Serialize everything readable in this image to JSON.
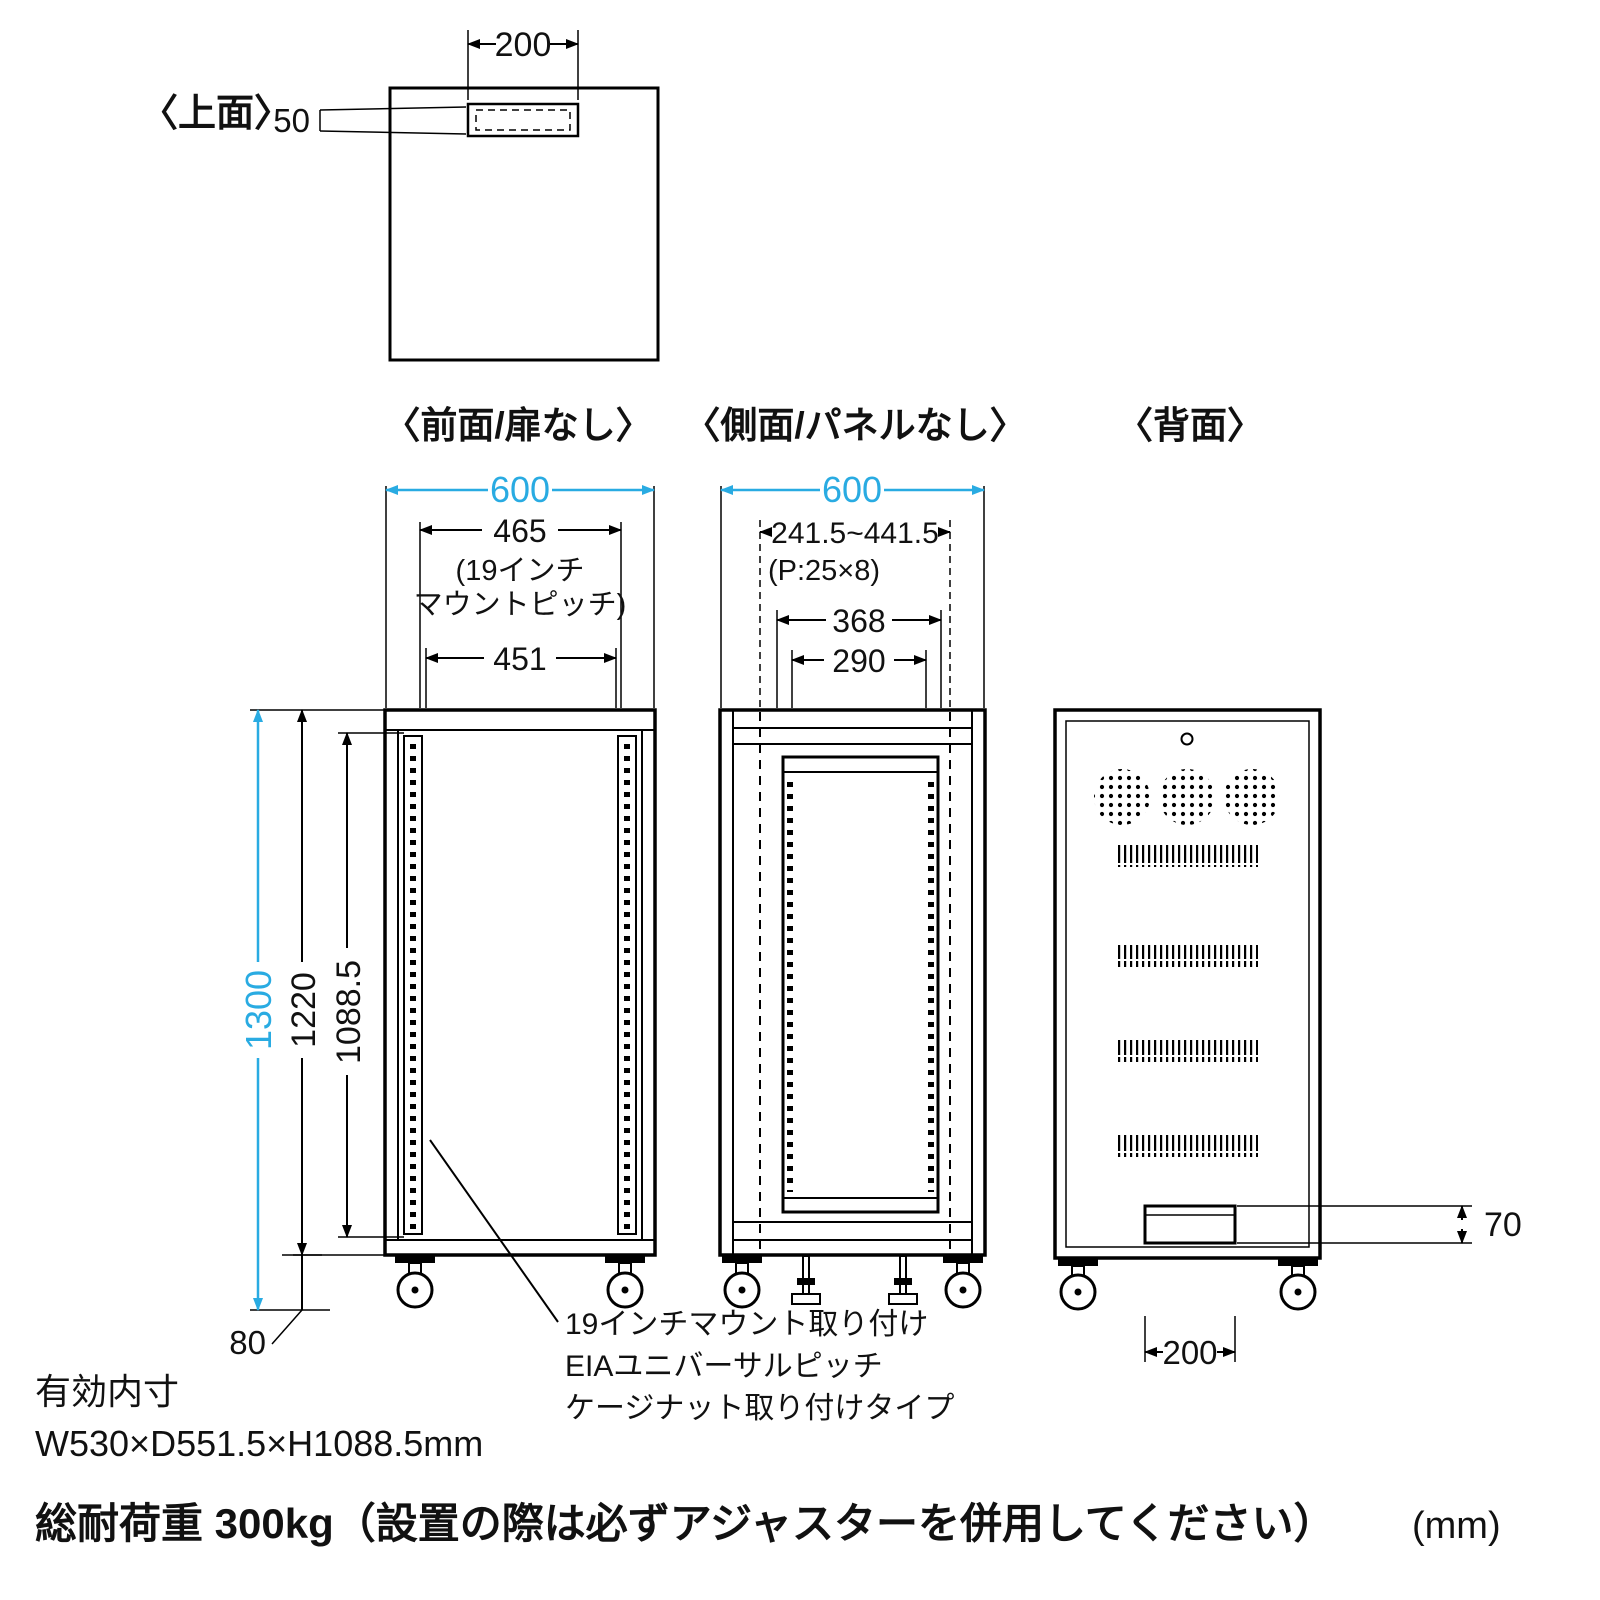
{
  "diagram": {
    "views": {
      "top_label": "〈上面〉",
      "front_label": "〈前面/扉なし〉",
      "side_label": "〈側面/パネルなし〉",
      "back_label": "〈背面〉"
    },
    "dims": {
      "top_slot_width": "200",
      "top_slot_height": "50",
      "front_width": "600",
      "mount_pitch": "465",
      "mount_pitch_note_1": "(19インチ",
      "mount_pitch_note_2": "マウントピッチ)",
      "front_inner_width": "451",
      "side_depth": "600",
      "rail_range": "241.5~441.5",
      "rail_pitch": "(P:25×8)",
      "depth_368": "368",
      "depth_290": "290",
      "total_height": "1300",
      "body_height": "1220",
      "inner_height": "1088.5",
      "caster_height": "80",
      "back_slot_height": "70",
      "back_slot_width": "200"
    },
    "callout": [
      "19インチマウント取り付け",
      "EIAユニバーサルピッチ",
      "ケージナット取り付けタイプ"
    ],
    "footer": {
      "effective_inner_label": "有効内寸",
      "effective_inner_value": "W530×D551.5×H1088.5mm",
      "load_capacity": "総耐荷重 300kg（設置の際は必ずアジャスターを併用してください）",
      "unit": "(mm)"
    },
    "colors": {
      "accent": "#29abe2"
    }
  }
}
